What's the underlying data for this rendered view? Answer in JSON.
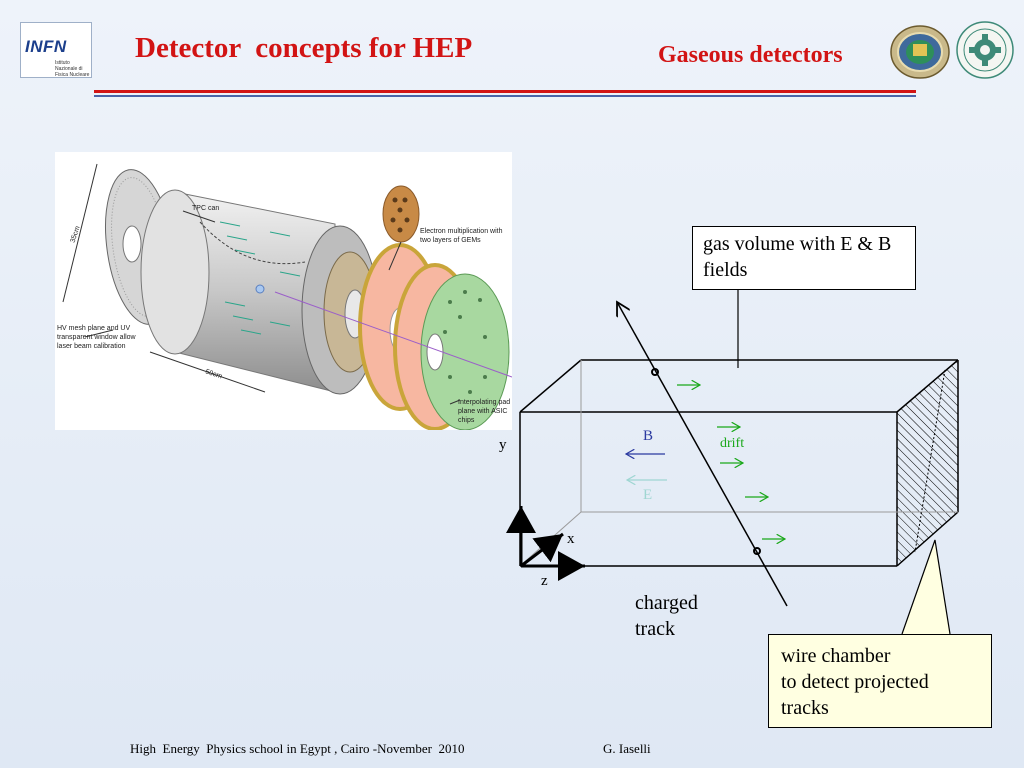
{
  "header": {
    "title": "Detector  concepts for HEP",
    "subtitle": "Gaseous detectors",
    "logo_text": "INFN",
    "logo_subtext": "Istituto Nazionale di Fisica Nucleare"
  },
  "tpc_figure": {
    "labels": {
      "tpc_can": "TPC can",
      "electron_mult": "Electron multiplication with two layers of GEMs",
      "hv_mesh": "HV mesh plane and UV transparent window allow laser beam calibration",
      "interpolating": "Interpolating pad plane with ASIC chips",
      "dim_35": "35cm",
      "dim_50": "50cm"
    }
  },
  "diagram": {
    "gas_box": "gas volume with E & B fields",
    "wire_box_lines": [
      "wire chamber",
      "to detect projected",
      "tracks"
    ],
    "charged_track": "charged track",
    "axis_y": "y",
    "axis_x": "x",
    "axis_z": "z",
    "label_B": "B",
    "label_E": "E",
    "label_drift": "drift",
    "colors": {
      "B": "#2b3aa0",
      "E": "#9fd6d2",
      "drift": "#1aa81a"
    }
  },
  "footer": {
    "left": "High  Energy  Physics school in Egypt , Cairo -November  2010",
    "right": "G. Iaselli"
  }
}
